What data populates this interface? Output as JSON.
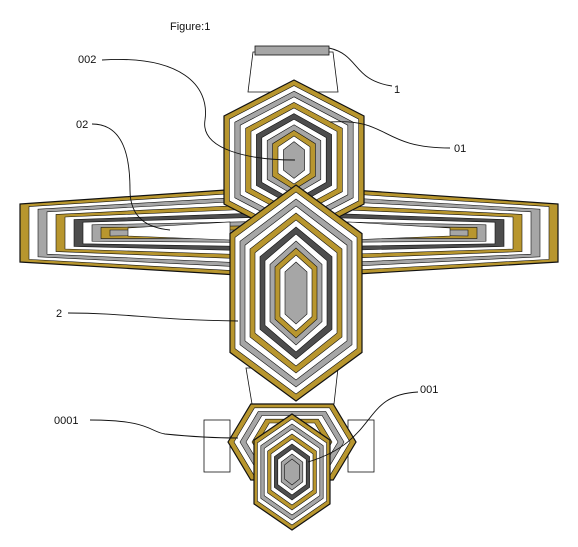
{
  "figure": {
    "title": "Figure:1"
  },
  "labels": {
    "l1": "1",
    "l01": "01",
    "l002": "002",
    "l02": "02",
    "l2": "2",
    "l001": "001",
    "l0001": "0001"
  },
  "colors": {
    "gold": "#b8962e",
    "gray": "#a6a6a6",
    "dark": "#4d4d4d",
    "outline": "#111111",
    "white": "#ffffff"
  }
}
